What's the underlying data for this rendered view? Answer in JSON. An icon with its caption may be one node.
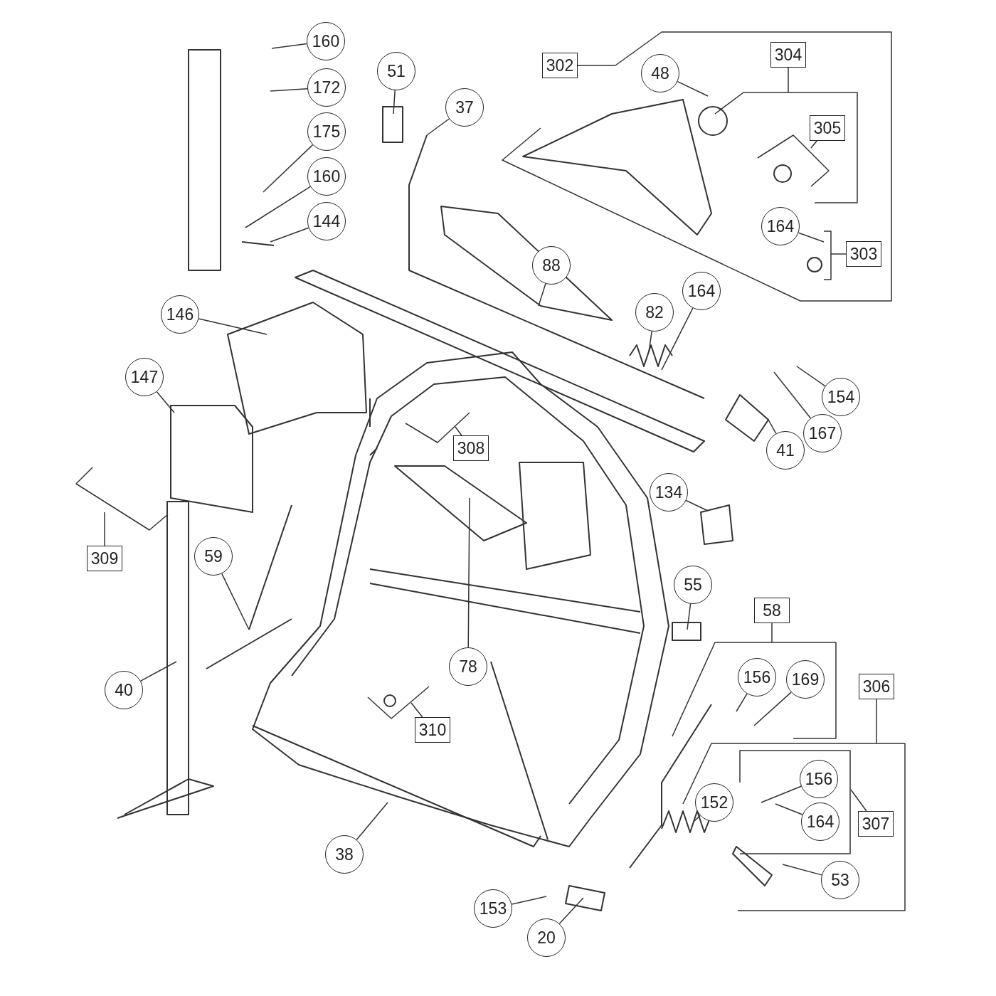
{
  "diagram": {
    "nodes": [
      {
        "text": [
          "160"
        ]
      },
      {
        "text": [
          "302"
        ]
      },
      {
        "text": [
          "51"
        ]
      },
      {
        "text": [
          "48"
        ]
      },
      {
        "text": [
          "304"
        ]
      },
      {
        "text": [
          "172"
        ]
      },
      {
        "text": [
          "37"
        ]
      },
      {
        "text": [
          "305"
        ]
      },
      {
        "text": [
          "175"
        ]
      },
      {
        "text": [
          "160"
        ]
      },
      {
        "text": [
          "144"
        ]
      },
      {
        "text": [
          "164"
        ]
      },
      {
        "text": [
          "303"
        ]
      },
      {
        "text": [
          "88"
        ]
      },
      {
        "text": [
          "164"
        ]
      },
      {
        "text": [
          "82"
        ]
      },
      {
        "text": [
          "146"
        ]
      },
      {
        "text": [
          "147"
        ]
      },
      {
        "text": [
          "154"
        ]
      },
      {
        "text": [
          "167"
        ]
      },
      {
        "text": [
          "308"
        ]
      },
      {
        "text": [
          "41"
        ]
      },
      {
        "text": [
          "134"
        ]
      },
      {
        "text": [
          "309"
        ]
      },
      {
        "text": [
          "59"
        ]
      },
      {
        "text": [
          "55"
        ]
      },
      {
        "text": [
          "58"
        ]
      },
      {
        "text": [
          "78"
        ]
      },
      {
        "text": [
          "156"
        ]
      },
      {
        "text": [
          "169"
        ]
      },
      {
        "text": [
          "306"
        ]
      },
      {
        "text": [
          "40"
        ]
      },
      {
        "text": [
          "310"
        ]
      },
      {
        "text": [
          "156"
        ]
      },
      {
        "text": [
          "152"
        ]
      },
      {
        "text": [
          "307"
        ]
      },
      {
        "text": [
          "164"
        ]
      },
      {
        "text": [
          "38"
        ]
      },
      {
        "text": [
          "53"
        ]
      },
      {
        "text": [
          "153"
        ]
      },
      {
        "text": [
          "20"
        ]
      }
    ],
    "edges": [
      {
        "from": 0,
        "to": null,
        "arrow": "none"
      },
      {
        "from": 1,
        "to": null,
        "arrow": "none"
      },
      {
        "from": 2,
        "to": null,
        "arrow": "none"
      },
      {
        "from": 3,
        "to": null,
        "arrow": "none"
      },
      {
        "from": 4,
        "to": null,
        "arrow": "none"
      },
      {
        "from": 5,
        "to": null,
        "arrow": "none"
      },
      {
        "from": 6,
        "to": null,
        "arrow": "none"
      },
      {
        "from": 7,
        "to": null,
        "arrow": "none"
      },
      {
        "from": 8,
        "to": null,
        "arrow": "none"
      },
      {
        "from": 9,
        "to": null,
        "arrow": "none"
      },
      {
        "from": 10,
        "to": null,
        "arrow": "none"
      },
      {
        "from": 11,
        "to": null,
        "arrow": "none"
      },
      {
        "from": 12,
        "to": null,
        "arrow": "none"
      },
      {
        "from": 13,
        "to": null,
        "arrow": "none"
      },
      {
        "from": 14,
        "to": null,
        "arrow": "none"
      },
      {
        "from": 15,
        "to": null,
        "arrow": "none"
      },
      {
        "from": 16,
        "to": null,
        "arrow": "none"
      },
      {
        "from": 17,
        "to": null,
        "arrow": "none"
      },
      {
        "from": 18,
        "to": null,
        "arrow": "none"
      },
      {
        "from": 19,
        "to": null,
        "arrow": "none"
      },
      {
        "from": 20,
        "to": null,
        "arrow": "none"
      },
      {
        "from": 21,
        "to": null,
        "arrow": "none"
      },
      {
        "from": 22,
        "to": null,
        "arrow": "none"
      },
      {
        "from": 23,
        "to": null,
        "arrow": "none"
      },
      {
        "from": 24,
        "to": null,
        "arrow": "none"
      },
      {
        "from": 25,
        "to": null,
        "arrow": "none"
      },
      {
        "from": 26,
        "to": null,
        "arrow": "none"
      },
      {
        "from": 27,
        "to": null,
        "arrow": "none"
      },
      {
        "from": 28,
        "to": null,
        "arrow": "none"
      },
      {
        "from": 29,
        "to": null,
        "arrow": "none"
      },
      {
        "from": 30,
        "to": null,
        "arrow": "none"
      },
      {
        "from": 31,
        "to": null,
        "arrow": "none"
      },
      {
        "from": 32,
        "to": null,
        "arrow": "none"
      },
      {
        "from": 33,
        "to": null,
        "arrow": "none"
      },
      {
        "from": 34,
        "to": null,
        "arrow": "none"
      },
      {
        "from": 35,
        "to": null,
        "arrow": "none"
      },
      {
        "from": 36,
        "to": null,
        "arrow": "none"
      },
      {
        "from": 37,
        "to": null,
        "arrow": "none"
      },
      {
        "from": 38,
        "to": null,
        "arrow": "none"
      },
      {
        "from": 39,
        "to": null,
        "arrow": "none"
      },
      {
        "from": 40,
        "to": null,
        "arrow": "none"
      }
    ]
  }
}
